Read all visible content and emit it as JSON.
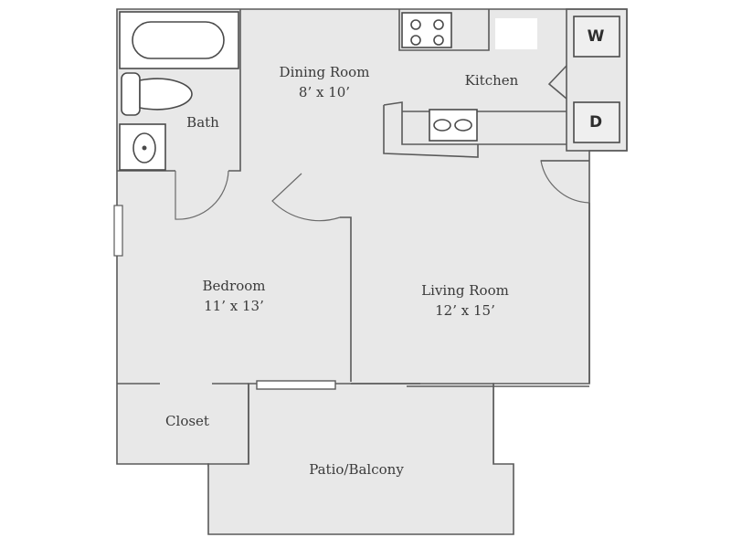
{
  "colors": {
    "floor": "#e8e8e8",
    "wall": "#5a5a5a",
    "text": "#3a3a3a",
    "fixture": "#ffffff"
  },
  "rooms": {
    "dining": {
      "name": "Dining Room",
      "size": "8’ x 10’"
    },
    "kitchen": {
      "name": "Kitchen"
    },
    "bath": {
      "name": "Bath"
    },
    "bedroom": {
      "name": "Bedroom",
      "size": "11’ x 13’"
    },
    "living": {
      "name": "Living Room",
      "size": "12’ x 15’"
    },
    "closet": {
      "name": "Closet"
    },
    "patio": {
      "name": "Patio/Balcony"
    }
  },
  "appliances": {
    "washer": "W",
    "dryer": "D"
  }
}
